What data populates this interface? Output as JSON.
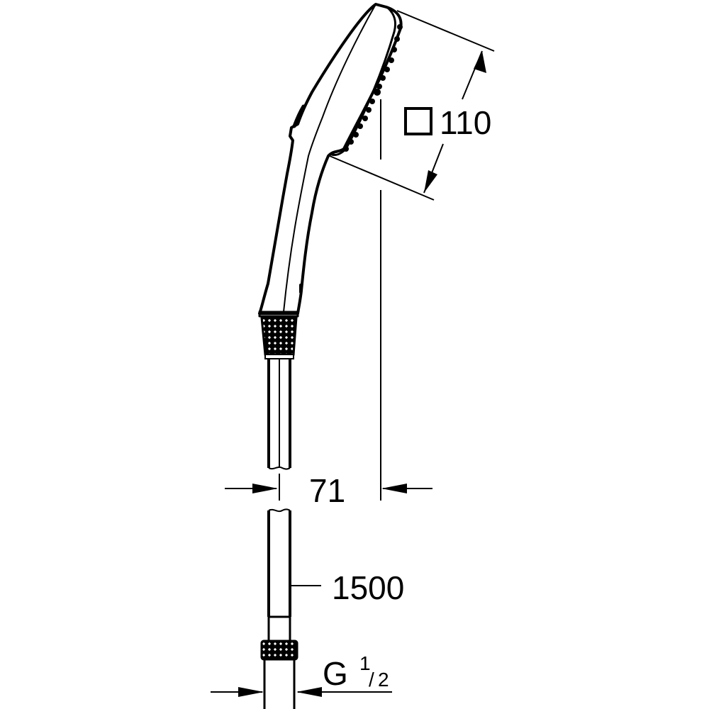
{
  "drawing": {
    "subject": "hand shower with hose",
    "colors": {
      "line": "#000000",
      "background": "#ffffff"
    }
  },
  "dimensions": {
    "head_size": {
      "symbol": "square-icon",
      "value": "110"
    },
    "projection": {
      "value": "71"
    },
    "hose_length": {
      "value": "1500"
    },
    "connection": {
      "letter": "G",
      "numerator": "1",
      "slash": "/",
      "denominator": "2"
    }
  }
}
